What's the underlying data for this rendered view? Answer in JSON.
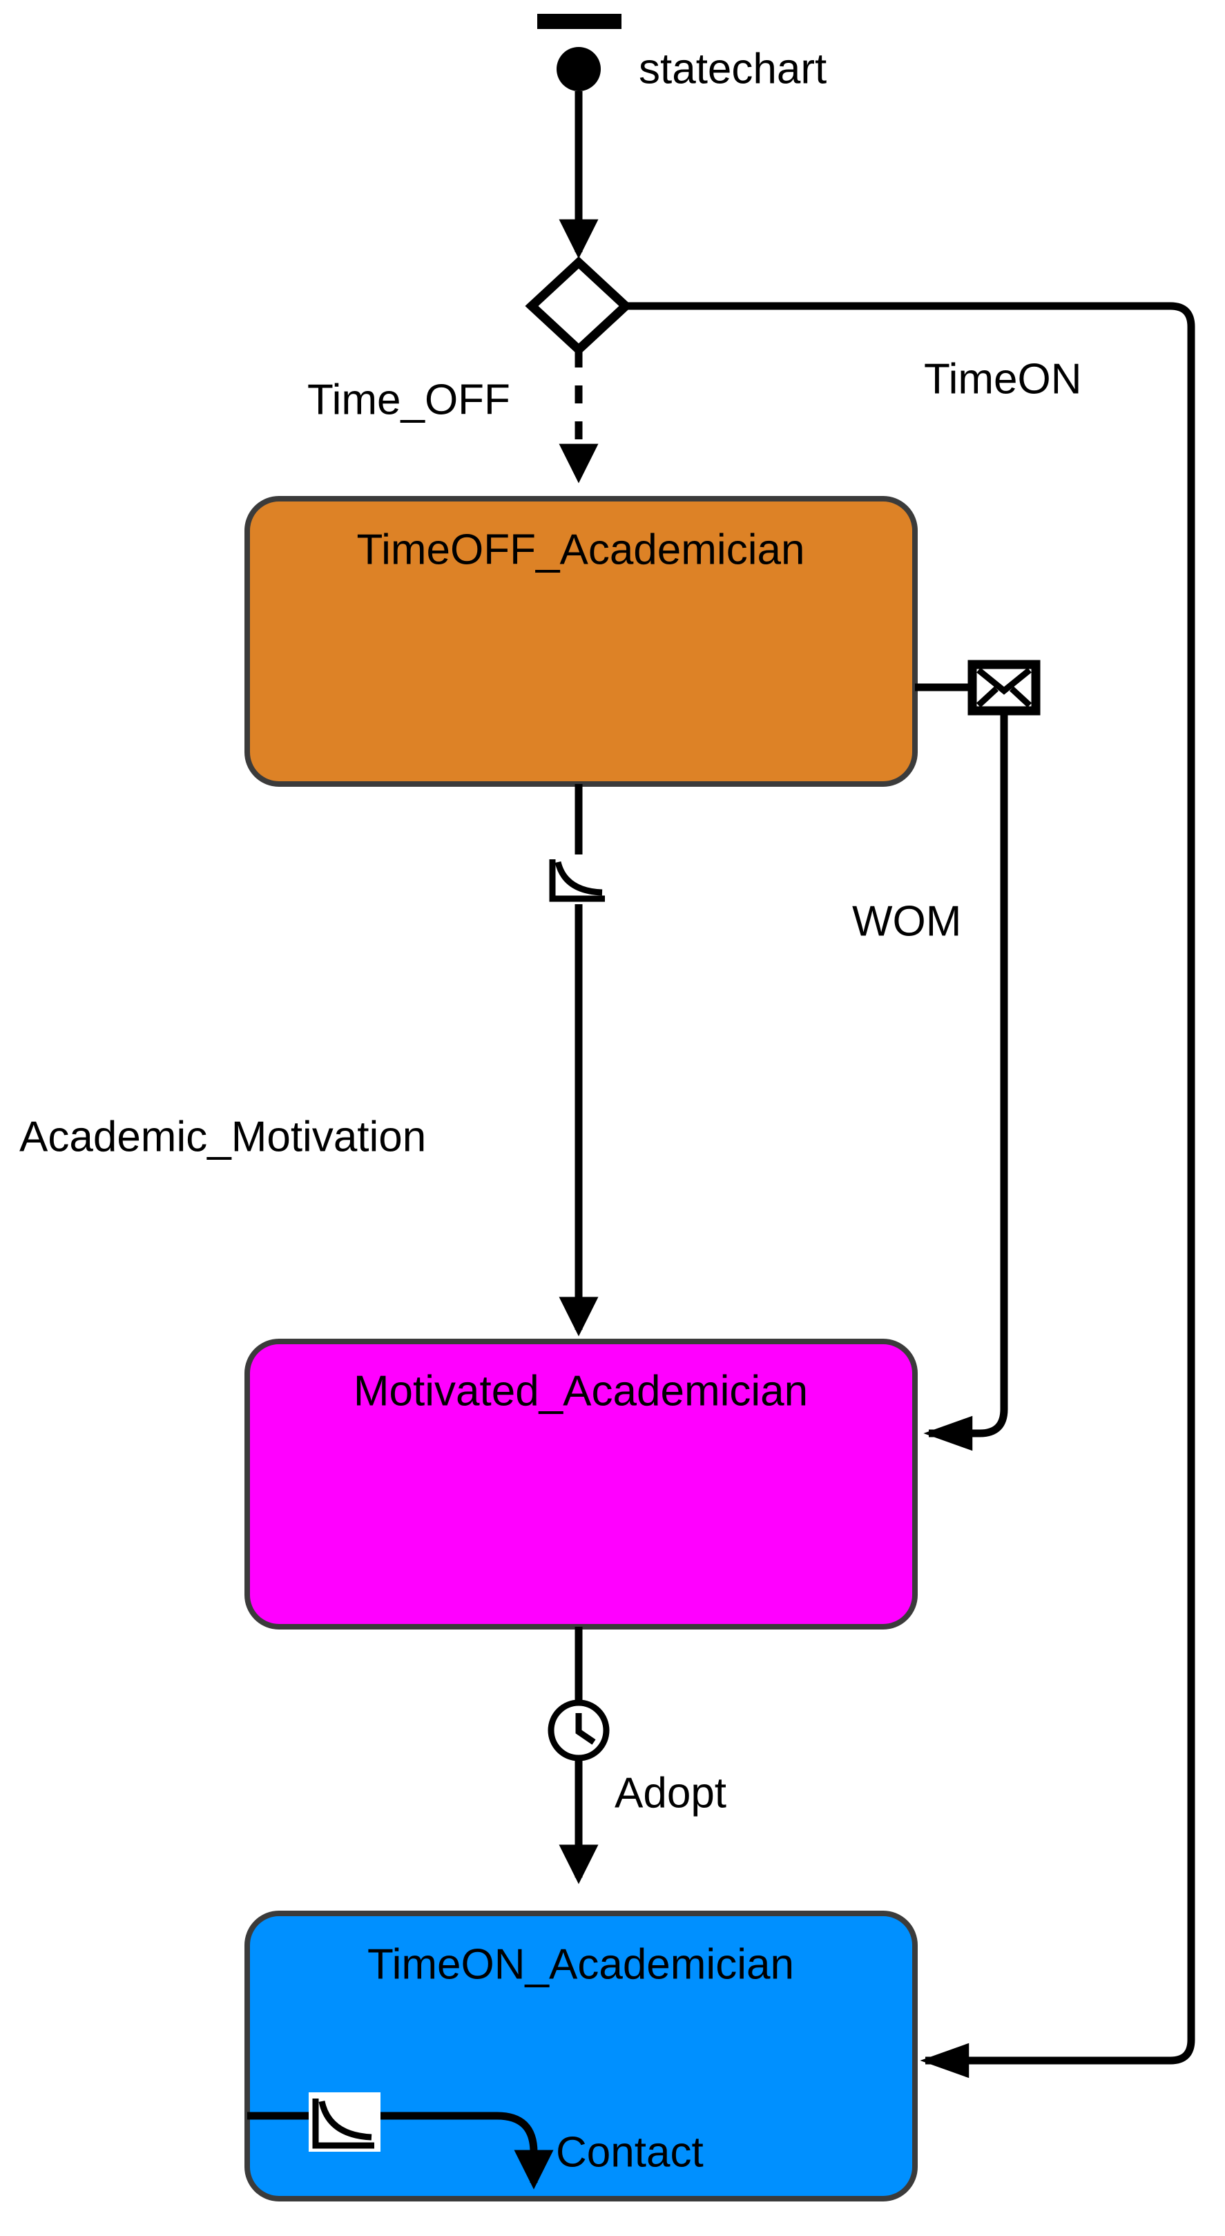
{
  "diagram": {
    "type": "statechart",
    "title": "statechart",
    "background": "#ffffff"
  },
  "nodes": {
    "start": {
      "name": "statechart-start-node",
      "label": "statechart",
      "shape": "initial-pseudostate",
      "bar": true
    },
    "choice": {
      "name": "branch-diamond",
      "shape": "diamond"
    },
    "timeoff": {
      "label": "TimeOFF_Academician",
      "color": "#DD8226",
      "border": "#3b3b3b"
    },
    "motivated": {
      "label": "Motivated_Academician",
      "color": "#FF00FF",
      "border": "#3b3b3b"
    },
    "timeon": {
      "label": "TimeON_Academician",
      "color": "#0090FF",
      "border": "#3b3b3b"
    }
  },
  "edges": {
    "time_off": {
      "label": "Time_OFF",
      "style": "dashed"
    },
    "time_on": {
      "label": "TimeON",
      "style": "solid"
    },
    "academic_motivation": {
      "label": "Academic_Motivation",
      "style": "solid",
      "icon": "rate-icon"
    },
    "wom": {
      "label": "WOM",
      "style": "solid",
      "icon": "message-icon"
    },
    "adopt": {
      "label": "Adopt",
      "style": "solid",
      "icon": "clock-icon"
    },
    "contact": {
      "label": "Contact",
      "style": "solid",
      "icon": "rate-icon"
    }
  },
  "icons": {
    "rate": "rate-icon",
    "message": "message-icon",
    "clock": "clock-icon"
  }
}
